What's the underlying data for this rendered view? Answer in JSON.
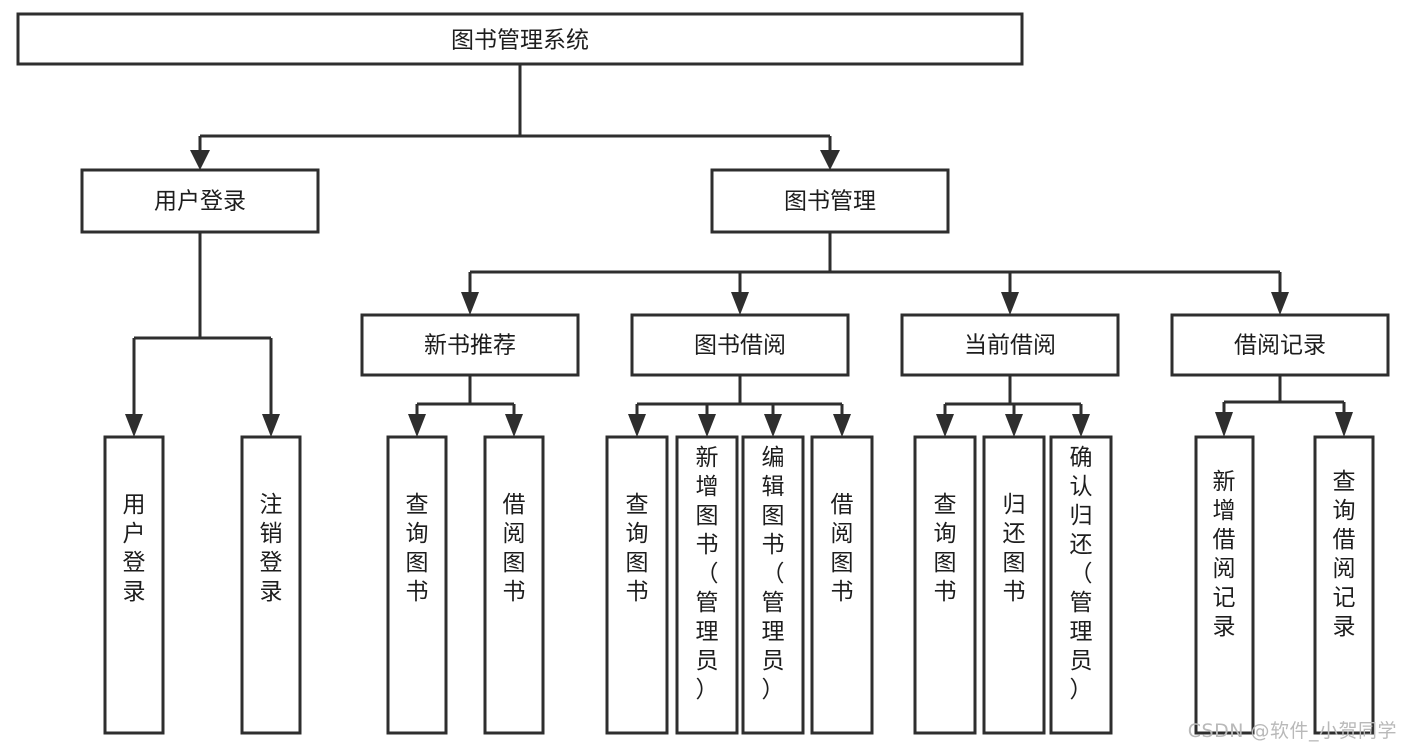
{
  "diagram": {
    "title": "图书管理系统",
    "type": "hierarchy-tree",
    "watermark": "CSDN @软件_小贺同学",
    "colors": {
      "stroke": "#2e2e2e",
      "fill": "#ffffff",
      "text": "#1d1d1d",
      "watermark": "#b9b9b9"
    },
    "nodes": {
      "root": {
        "label": "图书管理系统",
        "orientation": "horizontal"
      },
      "level2": [
        {
          "id": "user-login",
          "label": "用户登录",
          "orientation": "horizontal"
        },
        {
          "id": "book-management",
          "label": "图书管理",
          "orientation": "horizontal"
        }
      ],
      "level3": [
        {
          "id": "new-book-recommend",
          "label": "新书推荐",
          "orientation": "horizontal"
        },
        {
          "id": "book-borrow",
          "label": "图书借阅",
          "orientation": "horizontal"
        },
        {
          "id": "current-borrow",
          "label": "当前借阅",
          "orientation": "horizontal"
        },
        {
          "id": "borrow-record",
          "label": "借阅记录",
          "orientation": "horizontal"
        }
      ],
      "leaves": [
        {
          "id": "leaf-user-login",
          "label": "用户登录",
          "parent": "user-login",
          "orientation": "vertical"
        },
        {
          "id": "leaf-logout-login",
          "label": "注销登录",
          "parent": "user-login",
          "orientation": "vertical"
        },
        {
          "id": "leaf-query-book-1",
          "label": "查询图书",
          "parent": "new-book-recommend",
          "orientation": "vertical"
        },
        {
          "id": "leaf-borrow-book-1",
          "label": "借阅图书",
          "parent": "new-book-recommend",
          "orientation": "vertical"
        },
        {
          "id": "leaf-query-book-2",
          "label": "查询图书",
          "parent": "book-borrow",
          "orientation": "vertical"
        },
        {
          "id": "leaf-add-book",
          "label": "新增图书（管理员）",
          "parent": "book-borrow",
          "orientation": "vertical"
        },
        {
          "id": "leaf-edit-book",
          "label": "编辑图书（管理员）",
          "parent": "book-borrow",
          "orientation": "vertical"
        },
        {
          "id": "leaf-borrow-book-2",
          "label": "借阅图书",
          "parent": "book-borrow",
          "orientation": "vertical"
        },
        {
          "id": "leaf-query-book-3",
          "label": "查询图书",
          "parent": "current-borrow",
          "orientation": "vertical"
        },
        {
          "id": "leaf-return-book",
          "label": "归还图书",
          "parent": "current-borrow",
          "orientation": "vertical"
        },
        {
          "id": "leaf-confirm-return",
          "label": "确认归还（管理员）",
          "parent": "current-borrow",
          "orientation": "vertical"
        },
        {
          "id": "leaf-add-record",
          "label": "新增借阅记录",
          "parent": "borrow-record",
          "orientation": "vertical"
        },
        {
          "id": "leaf-query-record",
          "label": "查询借阅记录",
          "parent": "borrow-record",
          "orientation": "vertical"
        }
      ]
    }
  }
}
